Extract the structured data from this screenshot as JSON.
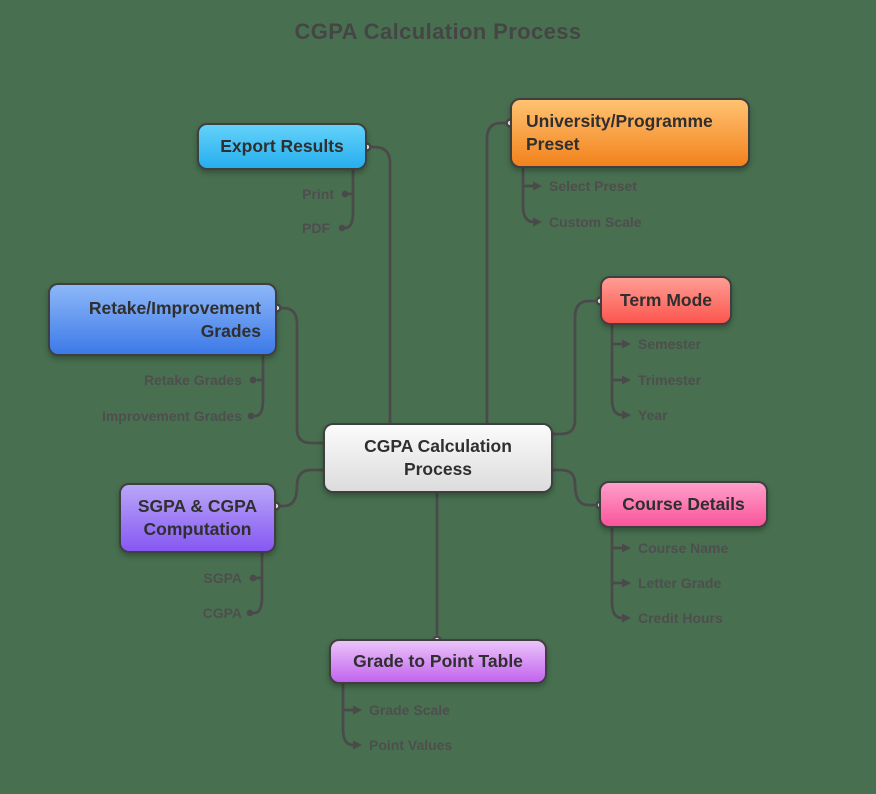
{
  "title": "CGPA Calculation Process",
  "root": {
    "label": "CGPA Calculation Process"
  },
  "branches": {
    "export": {
      "label": "Export Results",
      "color_top": "#63d2f9",
      "color_bottom": "#27aeef",
      "children": [
        {
          "label": "Print"
        },
        {
          "label": "PDF"
        }
      ]
    },
    "preset": {
      "label": "University/Programme Preset",
      "color_top": "#ffc272",
      "color_bottom": "#f2821c",
      "children": [
        {
          "label": "Select Preset"
        },
        {
          "label": "Custom Scale"
        }
      ]
    },
    "retake": {
      "label": "Retake/Improvement Grades",
      "color_top": "#8db7f8",
      "color_bottom": "#3d7ae8",
      "children": [
        {
          "label": "Retake Grades"
        },
        {
          "label": "Improvement Grades"
        }
      ]
    },
    "term": {
      "label": "Term Mode",
      "color_top": "#ff9d94",
      "color_bottom": "#fb564e",
      "children": [
        {
          "label": "Semester"
        },
        {
          "label": "Trimester"
        },
        {
          "label": "Year"
        }
      ]
    },
    "sgpa": {
      "label": "SGPA & CGPA Computation",
      "color_top": "#b9a7f8",
      "color_bottom": "#8658f2",
      "children": [
        {
          "label": "SGPA"
        },
        {
          "label": "CGPA"
        }
      ]
    },
    "course": {
      "label": "Course Details",
      "color_top": "#ff9fca",
      "color_bottom": "#f9559a",
      "children": [
        {
          "label": "Course Name"
        },
        {
          "label": "Letter Grade"
        },
        {
          "label": "Credit Hours"
        }
      ]
    },
    "grade": {
      "label": "Grade to Point Table",
      "color_top": "#eac4f9",
      "color_bottom": "#c264ee",
      "children": [
        {
          "label": "Grade Scale"
        },
        {
          "label": "Point Values"
        }
      ]
    }
  },
  "colors": {
    "background": "#487050",
    "connector": "#4a4a4a",
    "node_border": "#3f3f3f",
    "node_text": "#2f2f2f",
    "child_text": "#4e4e4e",
    "root_top": "#fbfbfb",
    "root_bottom": "#dcdcdc"
  }
}
